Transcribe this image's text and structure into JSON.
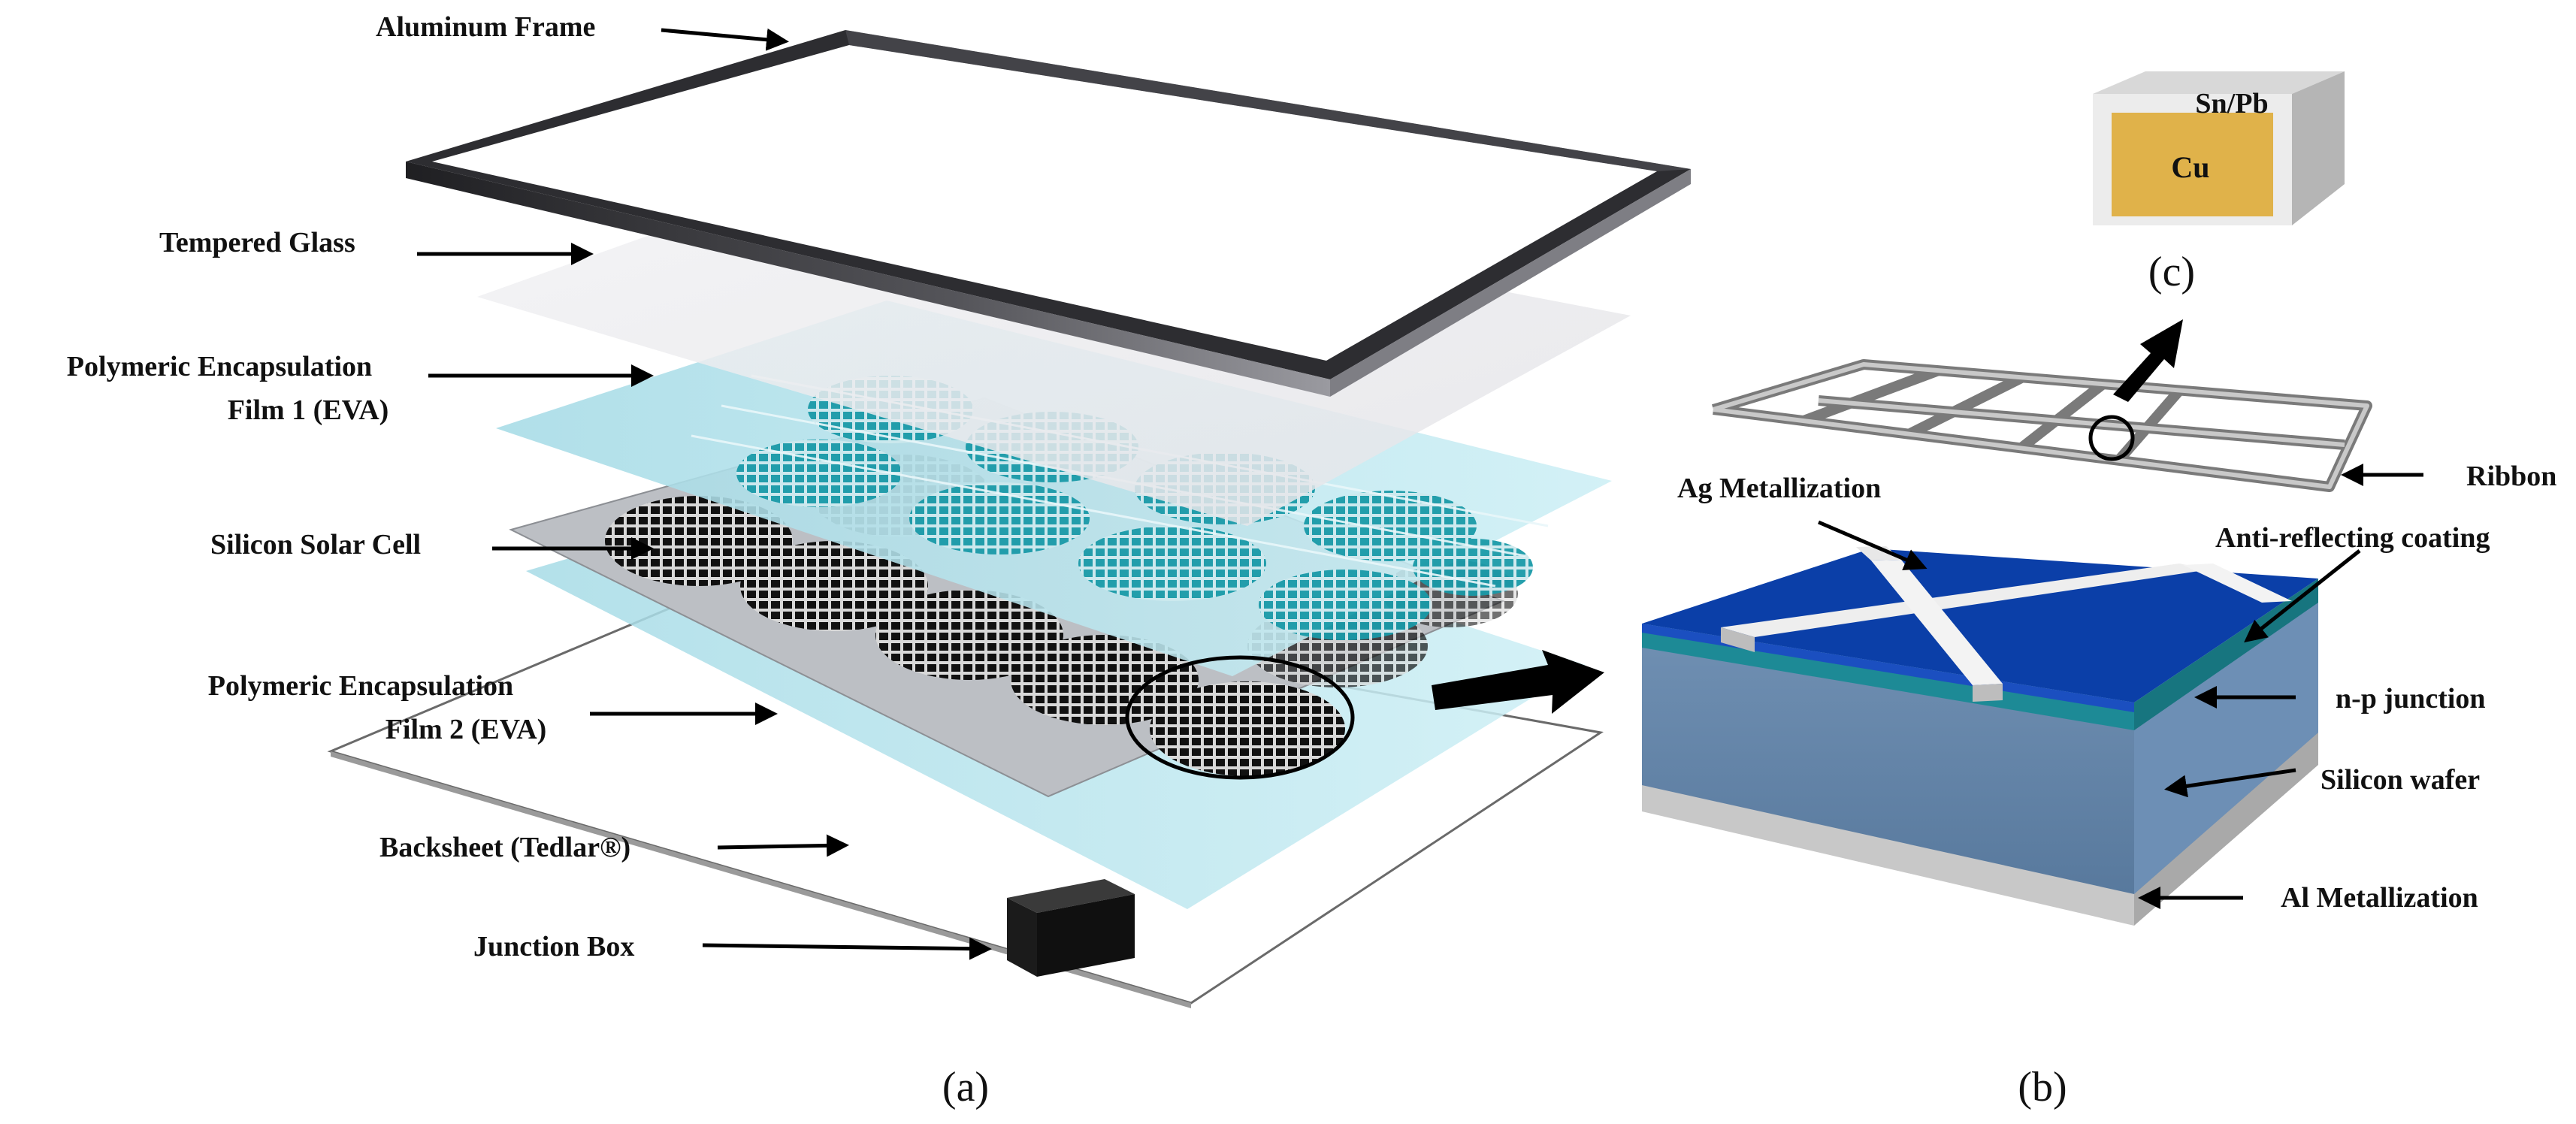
{
  "panel_a": {
    "labels": {
      "aluminum_frame": "Aluminum Frame",
      "tempered_glass": "Tempered Glass",
      "eva1_line1": "Polymeric Encapsulation",
      "eva1_line2": "Film 1 (EVA)",
      "solar_cell": "Silicon Solar Cell",
      "eva2_line1": "Polymeric Encapsulation",
      "eva2_line2": "Film 2 (EVA)",
      "backsheet": "Backsheet (Tedlar®)",
      "junction_box": "Junction Box"
    },
    "caption": "(a)"
  },
  "panel_b": {
    "labels": {
      "ag_metallization": "Ag Metallization",
      "anti_reflecting": "Anti-reflecting coating",
      "np_junction": "n-p junction",
      "silicon_wafer": "Silicon wafer",
      "al_metallization": "Al Metallization",
      "ribbon": "Ribbon"
    },
    "caption": "(b)"
  },
  "panel_c": {
    "labels": {
      "coating": "Sn/Pb",
      "core": "Cu"
    },
    "caption": "(c)"
  },
  "colors": {
    "frame": "#2f2f33",
    "eva": "#b9e6ee",
    "cell_sheet": "#b9bcc1",
    "cell_dark": "#151515",
    "cell_teal": "#1a9aa8",
    "wafer_blue": "#0b3fa8",
    "np_teal": "#1d8a96",
    "wafer_side": "#5f82a8",
    "al_gray": "#c8c8c8",
    "copper": "#e0b24a"
  }
}
